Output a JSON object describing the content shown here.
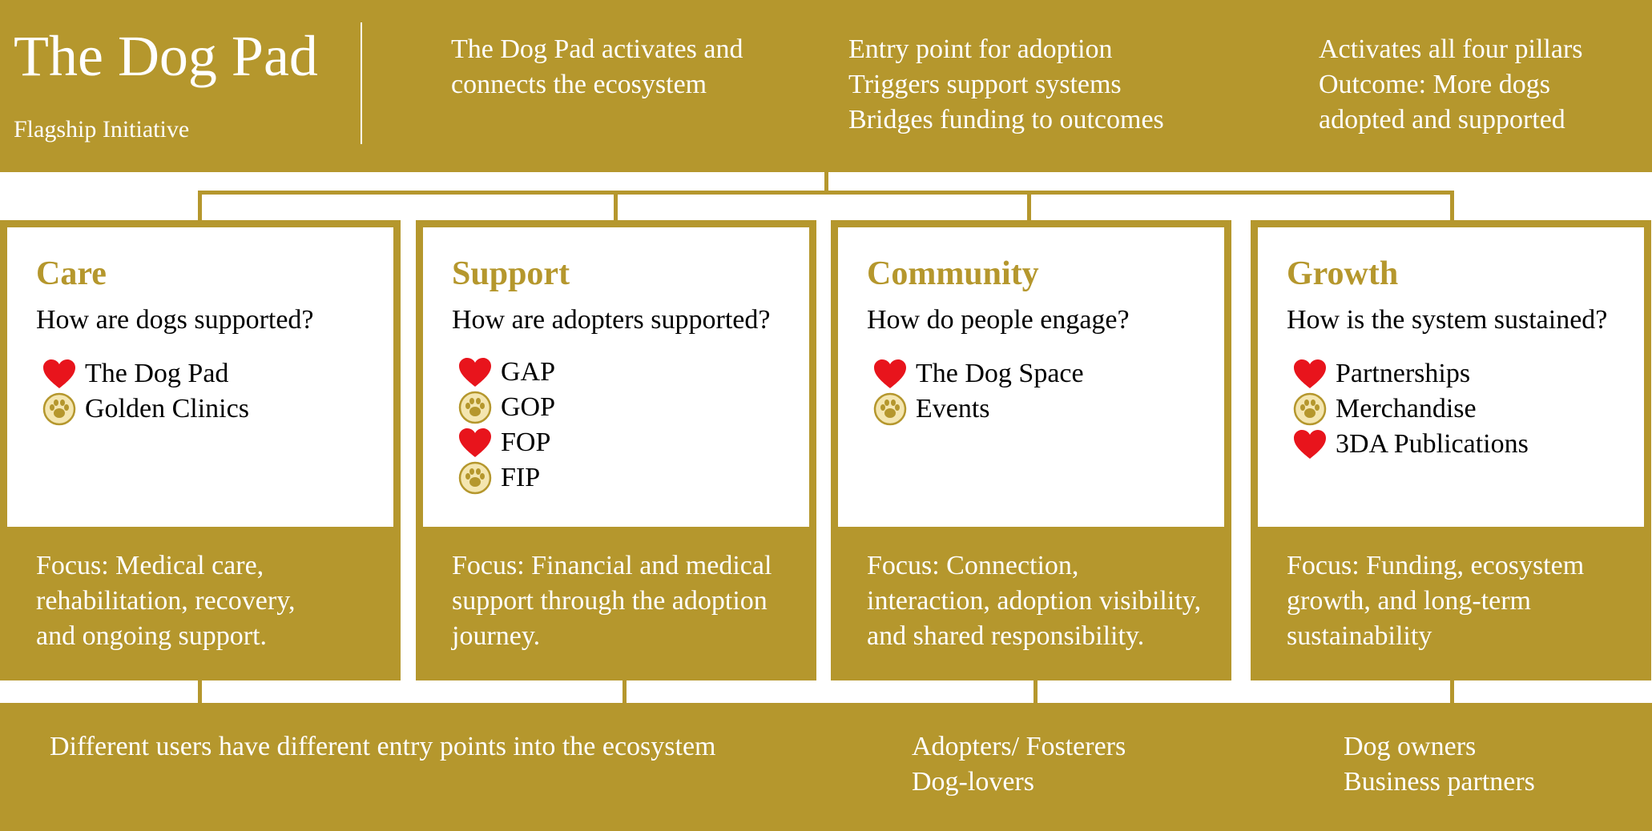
{
  "banner": {
    "title": "The Dog Pad",
    "subtitle": "Flagship Initiative",
    "col1": [
      "The Dog Pad activates and",
      "connects the ecosystem"
    ],
    "col2": [
      "Entry point for adoption",
      "Triggers support systems",
      "Bridges funding to outcomes"
    ],
    "col3": [
      "Activates all four pillars",
      "Outcome: More dogs",
      "adopted and supported"
    ]
  },
  "pillars": [
    {
      "title": "Care",
      "question": "How are dogs supported?",
      "items": [
        {
          "icon": "heart-icon",
          "label": "The Dog Pad"
        },
        {
          "icon": "paw-icon",
          "label": "Golden Clinics"
        }
      ],
      "focus": [
        "Focus: Medical care,",
        "rehabilitation, recovery,",
        "and ongoing support."
      ]
    },
    {
      "title": "Support",
      "question": "How are adopters supported?",
      "items": [
        {
          "icon": "heart-icon",
          "label": "GAP"
        },
        {
          "icon": "paw-icon",
          "label": "GOP"
        },
        {
          "icon": "heart-icon",
          "label": "FOP"
        },
        {
          "icon": "paw-icon",
          "label": "FIP"
        }
      ],
      "focus": [
        "Focus: Financial and medical",
        "support through the adoption",
        "journey."
      ]
    },
    {
      "title": "Community",
      "question": "How do people engage?",
      "items": [
        {
          "icon": "heart-icon",
          "label": "The Dog Space"
        },
        {
          "icon": "paw-icon",
          "label": "Events"
        }
      ],
      "focus": [
        "Focus: Connection,",
        "interaction, adoption visibility,",
        "and shared responsibility."
      ]
    },
    {
      "title": "Growth",
      "question": "How is the system sustained?",
      "items": [
        {
          "icon": "heart-icon",
          "label": "Partnerships"
        },
        {
          "icon": "paw-icon",
          "label": "Merchandise"
        },
        {
          "icon": "heart-icon",
          "label": "3DA Publications"
        }
      ],
      "focus": [
        "Focus: Funding, ecosystem",
        "growth, and long-term",
        "sustainability"
      ]
    }
  ],
  "bottom": {
    "entry": "Different users have different entry points into the ecosystem",
    "group1": [
      "Adopters/ Fosterers",
      "Dog-lovers"
    ],
    "group2": [
      "Dog owners",
      "Business partners"
    ]
  },
  "colors": {
    "gold": "#b5972d",
    "heart": "#e8141c",
    "paw_bg": "#f4e6b0",
    "paw": "#b5972d"
  }
}
